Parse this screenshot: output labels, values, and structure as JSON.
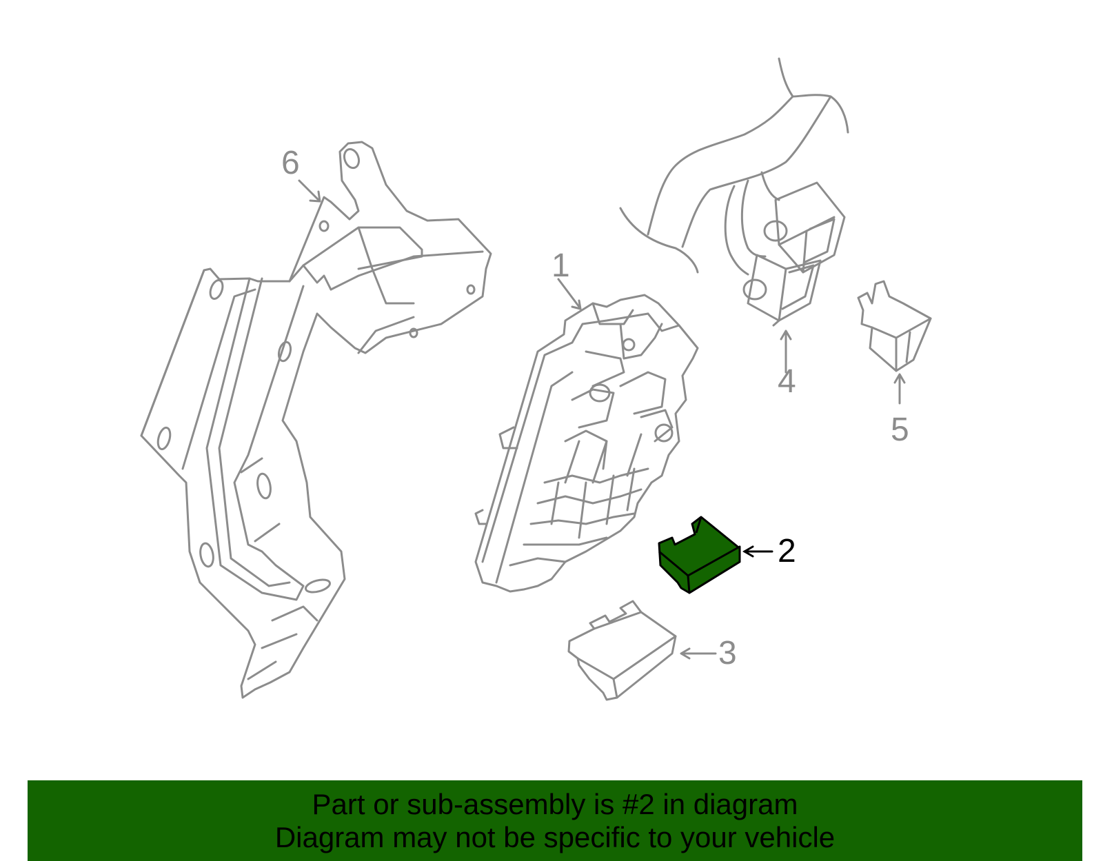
{
  "diagram": {
    "callouts": [
      "1",
      "2",
      "3",
      "4",
      "5",
      "6"
    ],
    "highlighted_callout": "2",
    "colors": {
      "line": "#8c8c8c",
      "highlight_fill": "#136400",
      "highlight_stroke": "#000000",
      "banner_background": "#136400"
    }
  },
  "banner": {
    "line1": "Part or sub-assembly is #2 in diagram",
    "line2": "Diagram may not be specific to your vehicle"
  }
}
